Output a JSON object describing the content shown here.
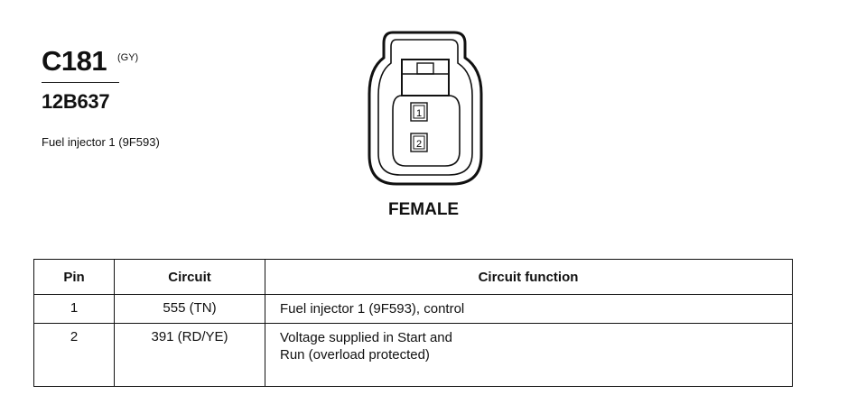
{
  "connector": {
    "id": "C181",
    "color_code": "(GY)",
    "part_number": "12B637",
    "description": "Fuel injector 1 (9F593)",
    "gender": "FEMALE",
    "pins": [
      "1",
      "2"
    ]
  },
  "table": {
    "headers": [
      "Pin",
      "Circuit",
      "Circuit function"
    ],
    "rows": [
      {
        "pin": "1",
        "circuit": "555 (TN)",
        "function": [
          "Fuel injector 1 (9F593), control"
        ]
      },
      {
        "pin": "2",
        "circuit": "391 (RD/YE)",
        "function": [
          "Voltage supplied in Start and",
          "Run (overload protected)"
        ]
      }
    ]
  }
}
